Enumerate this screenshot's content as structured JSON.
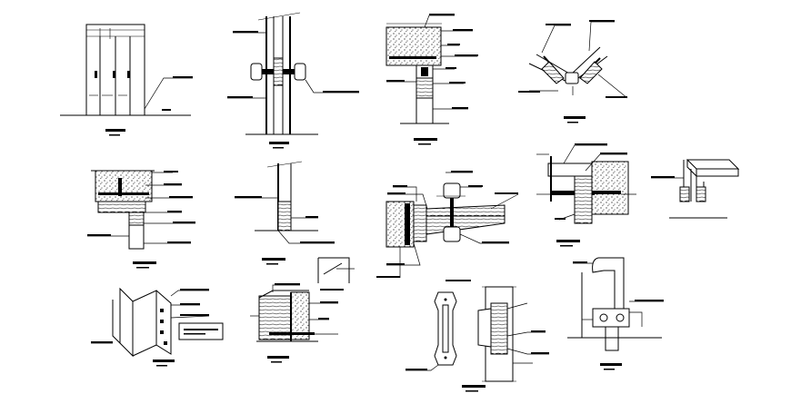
{
  "sheet": {
    "background": "#ffffff",
    "ink": "#000000",
    "details": [
      {
        "id": "elevation-sliding-door"
      },
      {
        "id": "section-door-with-knob-hardware"
      },
      {
        "id": "section-head-concrete-lintel"
      },
      {
        "id": "plan-corner-window-angle"
      },
      {
        "id": "section-head-concrete-with-frame"
      },
      {
        "id": "section-jamb-small"
      },
      {
        "id": "plan-jamb-with-knob-hardware"
      },
      {
        "id": "section-beam-frame-connection"
      },
      {
        "id": "isometric-rail-bracket"
      },
      {
        "id": "isometric-hinge-frame"
      },
      {
        "id": "section-threshold-with-corner-inset"
      },
      {
        "id": "elevation-lever-handle-and-section"
      },
      {
        "id": "elevation-pipe-bracket"
      }
    ]
  }
}
